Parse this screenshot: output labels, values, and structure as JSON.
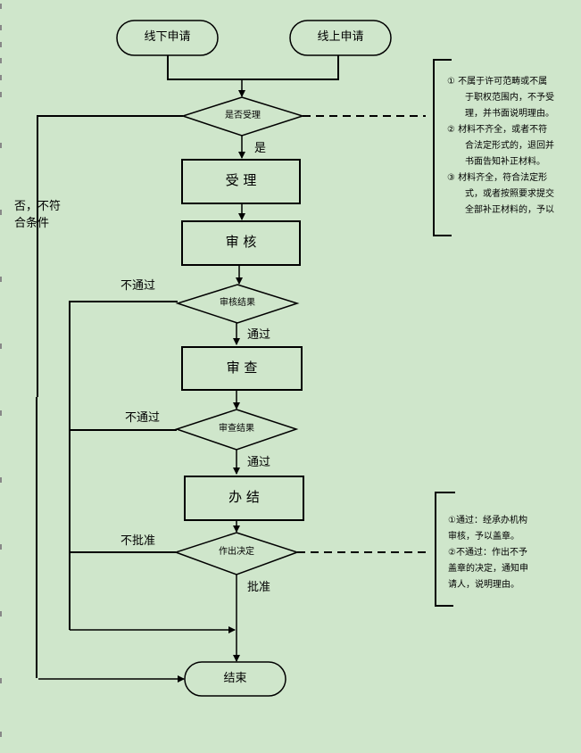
{
  "colors": {
    "background": "#cfe6cb",
    "stroke": "#000000"
  },
  "start_nodes": {
    "offline": "线下申请",
    "online": "线上申请"
  },
  "decisions": {
    "accept": "是否受理",
    "review_result": "审核结果",
    "check_result": "审查结果",
    "decide": "作出决定"
  },
  "processes": {
    "accept": "受 理",
    "review": "审 核",
    "check": "审 查",
    "finish": "办 结"
  },
  "end_node": "结束",
  "edge_labels": {
    "yes": "是",
    "no_not_meet": [
      "否，不符",
      "合条件"
    ],
    "review_fail": "不通过",
    "review_pass": "通过",
    "check_fail": "不通过",
    "check_pass": "通过",
    "reject": "不批准",
    "approve": "批准"
  },
  "notes": {
    "accept": [
      {
        "marker": "①",
        "lines": [
          "不属于许可范畴或不属",
          "于职权范围内，不予受",
          "理，并书面说明理由。"
        ]
      },
      {
        "marker": "②",
        "lines": [
          "材料不齐全，或者不符",
          "合法定形式的，退回并",
          "书面告知补正材料。"
        ]
      },
      {
        "marker": "③",
        "lines": [
          "材料齐全，符合法定形",
          "式，或者按照要求提交",
          "全部补正材料的，予以"
        ]
      }
    ],
    "decision": [
      "①通过：经承办机构",
      "审核，予以盖章。",
      "②不通过：作出不予",
      "盖章的决定，通知申",
      "请人，说明理由。"
    ]
  }
}
